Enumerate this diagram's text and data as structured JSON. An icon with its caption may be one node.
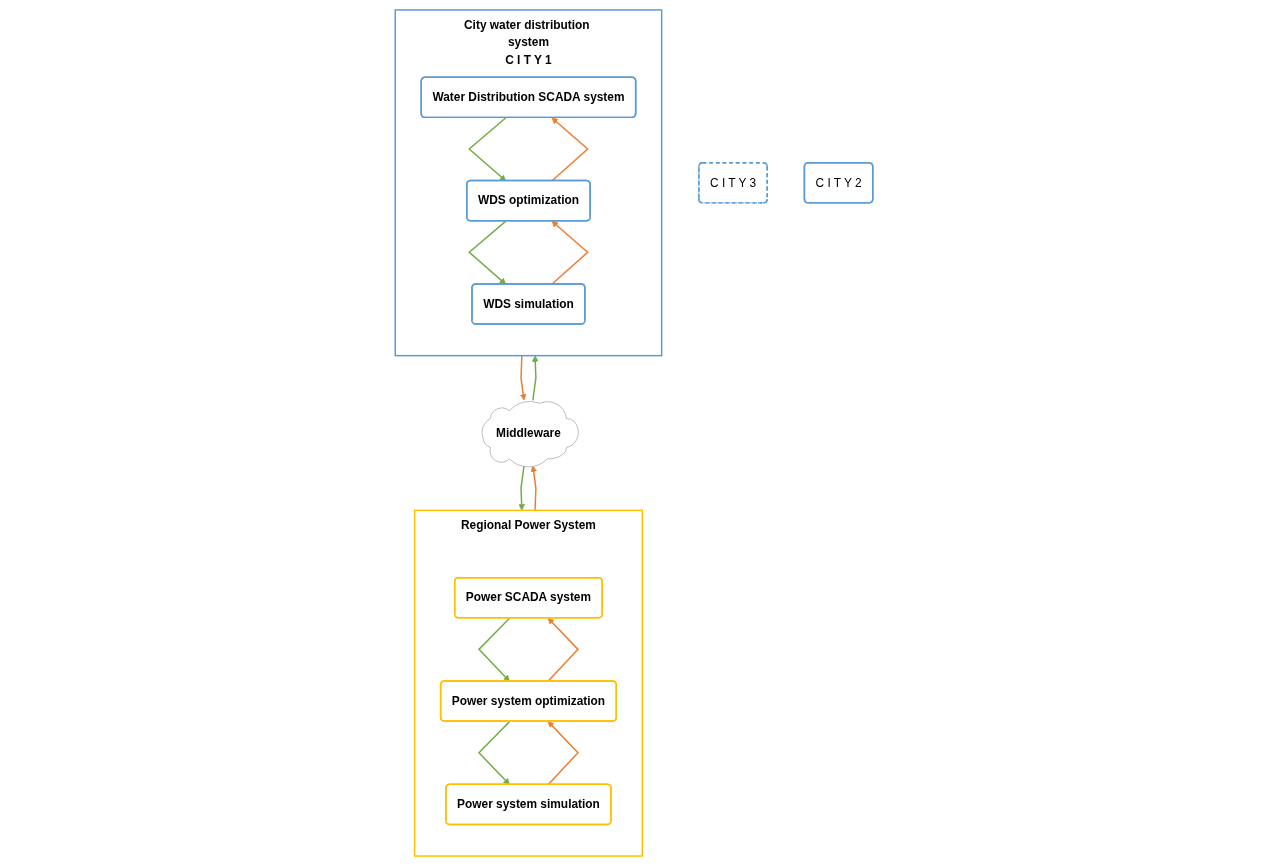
{
  "diagram": {
    "nodes": [
      {
        "text": [
          "Middleware"
        ]
      },
      {
        "text": [
          "Regional Power System"
        ]
      },
      {
        "text": [
          "Power SCADA system"
        ],
        "in": 1
      },
      {
        "text": [
          "Power system optimization"
        ],
        "in": 1
      },
      {
        "text": [
          "Power system simulation"
        ],
        "in": 1
      },
      {
        "text": [
          "C I T Y 3"
        ]
      },
      {
        "text": [
          "C I T Y 2"
        ]
      },
      {
        "text": [
          "City water distribution system",
          "C I T Y 1"
        ]
      },
      {
        "text": [
          "Water Distribution SCADA system"
        ],
        "in": 7
      },
      {
        "text": [
          "WDS optimization"
        ],
        "in": 7
      },
      {
        "text": [
          "WDS simulation"
        ],
        "in": 7
      }
    ],
    "edges": [
      {
        "from": 0,
        "to": 1,
        "arrow": "to",
        "color": "#70ad47"
      },
      {
        "from": 1,
        "to": 0,
        "arrow": "to",
        "color": "#ed7d31"
      },
      {
        "from": 2,
        "to": 3,
        "arrow": "to",
        "color": "#70ad47"
      },
      {
        "from": 3,
        "to": 2,
        "arrow": "to",
        "color": "#ed7d31"
      },
      {
        "from": 3,
        "to": 4,
        "arrow": "to",
        "color": "#70ad47"
      },
      {
        "from": 4,
        "to": 3,
        "arrow": "to",
        "color": "#ed7d31"
      },
      {
        "from": 0,
        "to": 7,
        "arrow": "to",
        "color": "#70ad47"
      },
      {
        "from": 7,
        "to": 0,
        "arrow": "to",
        "color": "#ed7d31"
      },
      {
        "from": 8,
        "to": 9,
        "arrow": "to",
        "color": "#70ad47"
      },
      {
        "from": 9,
        "to": 8,
        "arrow": "to",
        "color": "#ed7d31"
      },
      {
        "from": 9,
        "to": 10,
        "arrow": "to",
        "color": "#70ad47"
      },
      {
        "from": 10,
        "to": 9,
        "arrow": "to",
        "color": "#ed7d31"
      }
    ]
  }
}
